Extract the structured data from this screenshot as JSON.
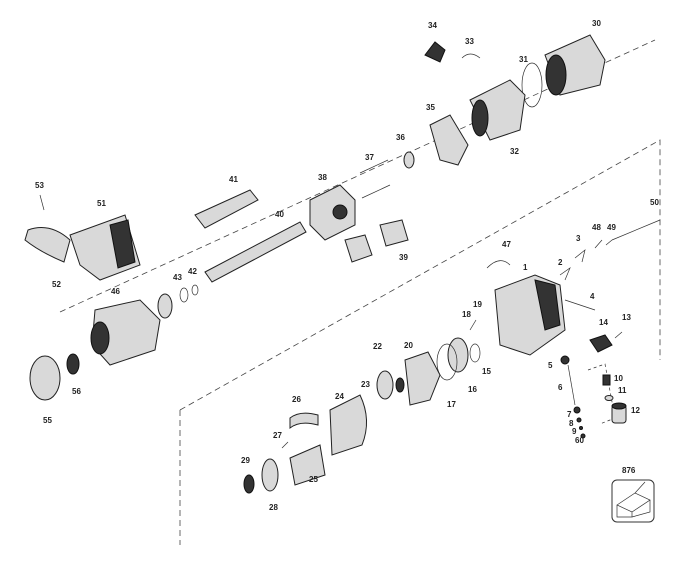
{
  "title": "Impact wrench exploded parts diagram",
  "part_labels": [
    "34",
    "33",
    "30",
    "31",
    "35",
    "32",
    "36",
    "37",
    "38",
    "41",
    "40",
    "39",
    "53",
    "51",
    "52",
    "43",
    "42",
    "46",
    "50",
    "48",
    "49",
    "3",
    "47",
    "1",
    "2",
    "4",
    "19",
    "18",
    "14",
    "13",
    "20",
    "5",
    "10",
    "11",
    "6",
    "12",
    "7",
    "8",
    "9",
    "60",
    "22",
    "23",
    "24",
    "26",
    "27",
    "29",
    "25",
    "28",
    "17",
    "16",
    "15",
    "55",
    "56",
    "876"
  ]
}
